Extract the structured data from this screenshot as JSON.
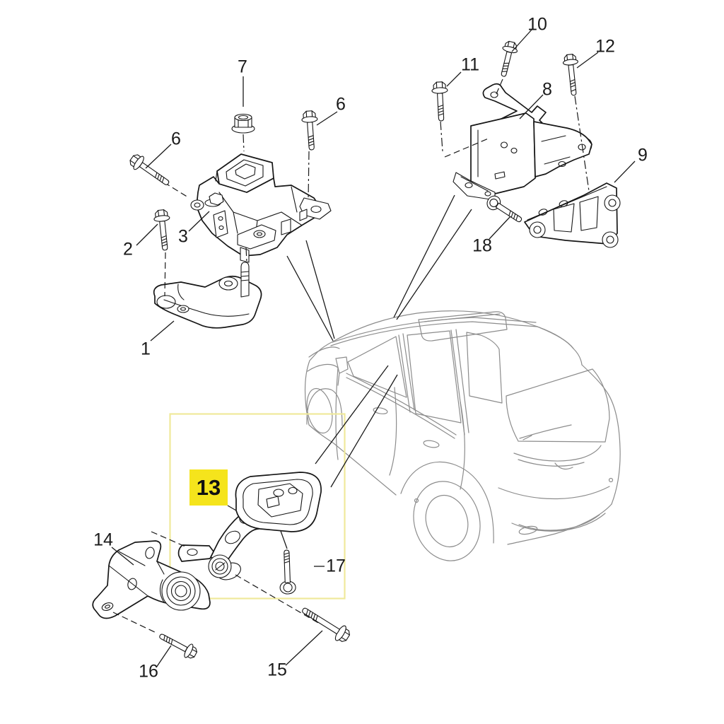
{
  "diagram": {
    "kind": "exploded-parts-diagram",
    "callouts": [
      {
        "id": "1",
        "label": "1"
      },
      {
        "id": "2",
        "label": "2"
      },
      {
        "id": "3",
        "label": "3"
      },
      {
        "id": "6a",
        "label": "6"
      },
      {
        "id": "6b",
        "label": "6"
      },
      {
        "id": "7",
        "label": "7"
      },
      {
        "id": "8",
        "label": "8"
      },
      {
        "id": "9",
        "label": "9"
      },
      {
        "id": "10",
        "label": "10"
      },
      {
        "id": "11",
        "label": "11"
      },
      {
        "id": "12",
        "label": "12"
      },
      {
        "id": "14",
        "label": "14"
      },
      {
        "id": "15",
        "label": "15"
      },
      {
        "id": "16",
        "label": "16"
      },
      {
        "id": "17",
        "label": "17"
      },
      {
        "id": "18",
        "label": "18"
      }
    ],
    "highlight": {
      "label": "13"
    },
    "colors": {
      "background": "#ffffff",
      "part_line": "#161616",
      "car_line": "#8c8c8c",
      "highlight_fill": "#f5e41c",
      "highlight_box_border": "#efe99b",
      "label_text": "#1a1a1a"
    }
  }
}
